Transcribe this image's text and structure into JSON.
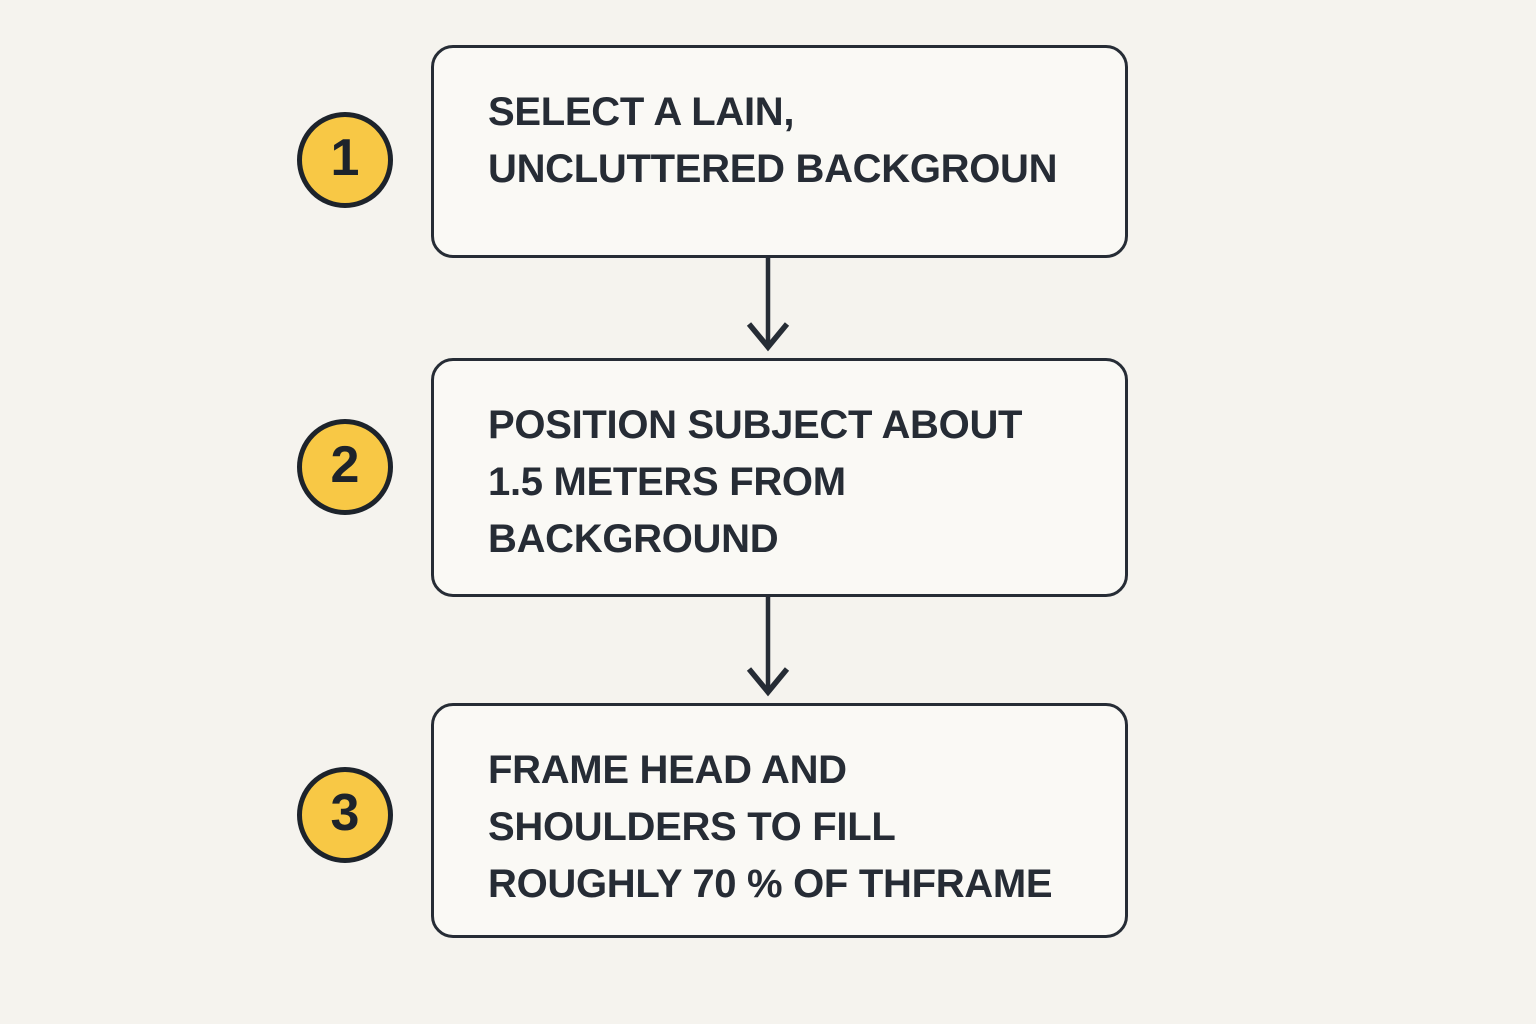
{
  "diagram": {
    "title": "portrait-photo-steps-flowchart",
    "background": "#f5f3ee"
  },
  "colors": {
    "page_bg": "#f5f3ee",
    "box_fill": "#faf9f5",
    "stroke": "#262c35",
    "badge_fill": "#f8c845",
    "badge_border": "#1d232b",
    "text": "#262c35"
  },
  "steps": [
    {
      "number": "1",
      "label": "SELECT A LAIN,\nUNCLUTTERED BACKGROUN"
    },
    {
      "number": "2",
      "label": "POSITION SUBJECT ABOUT\n1.5 METERS FROM\nBACKGROUND"
    },
    {
      "number": "3",
      "label": "FRAME HEAD AND\nSHOULDERS TO FILL\nROUGHLY 70 % OF THFRAME"
    }
  ]
}
